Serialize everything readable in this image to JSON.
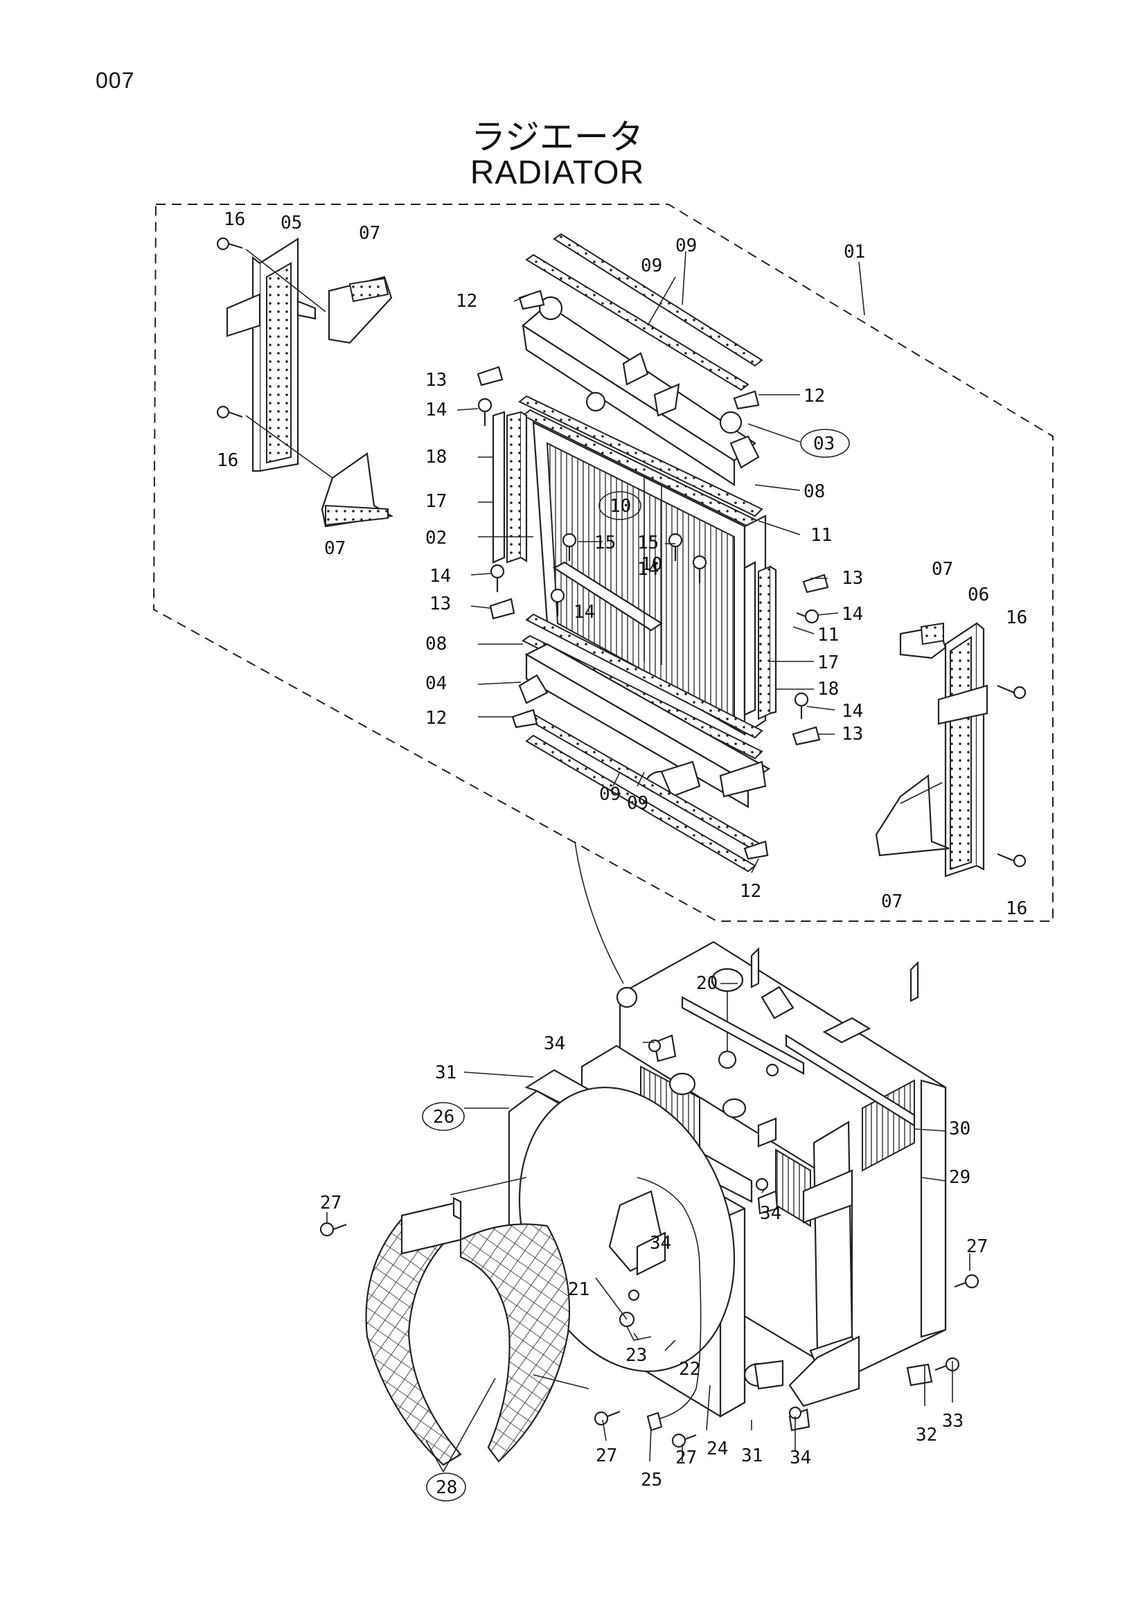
{
  "page_number": "007",
  "title_jp": "ラジエータ",
  "title_en": "RADIATOR",
  "callouts": {
    "c01": "01",
    "c02": "02",
    "c03": "03",
    "c04": "04",
    "c05": "05",
    "c06": "06",
    "c07a": "07",
    "c07b": "07",
    "c07c": "07",
    "c07d": "07",
    "c08a": "08",
    "c08b": "08",
    "c09a": "09",
    "c09b": "09",
    "c09c": "09",
    "c09d": "09",
    "c10a": "10",
    "c10b": "10",
    "c11a": "11",
    "c11b": "11",
    "c12a": "12",
    "c12b": "12",
    "c12c": "12",
    "c12d": "12",
    "c13a": "13",
    "c13b": "13",
    "c13c": "13",
    "c13d": "13",
    "c14a": "14",
    "c14b": "14",
    "c14c": "14",
    "c14d": "14",
    "c14e": "14",
    "c14f": "14",
    "c15a": "15",
    "c15b": "15",
    "c16a": "16",
    "c16b": "16",
    "c16c": "16",
    "c16d": "16",
    "c17a": "17",
    "c17b": "17",
    "c18a": "18",
    "c18b": "18",
    "c20": "20",
    "c21": "21",
    "c22": "22",
    "c23": "23",
    "c24": "24",
    "c25": "25",
    "c26": "26",
    "c27a": "27",
    "c27b": "27",
    "c27c": "27",
    "c27d": "27",
    "c28": "28",
    "c29": "29",
    "c30": "30",
    "c31a": "31",
    "c31b": "31",
    "c32": "32",
    "c33": "33",
    "c34a": "34",
    "c34b": "34",
    "c34c": "34",
    "c34d": "34"
  }
}
